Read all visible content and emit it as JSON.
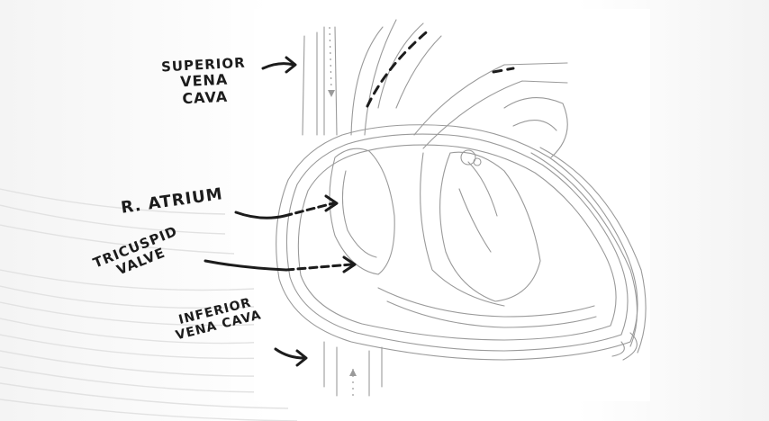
{
  "labels": {
    "superior_vena_cava": [
      "SUPERIOR",
      "VENA",
      "CAVA"
    ],
    "right_atrium": "R. ATRIUM",
    "tricuspid_valve": [
      "TRICUSPID",
      "VALVE"
    ],
    "inferior_vena_cava": [
      "INFERIOR",
      "VENA CAVA"
    ]
  },
  "colors": {
    "ink": "#1c1c1c",
    "sketch_line": "#9a9a9a",
    "background": "#ffffff"
  }
}
